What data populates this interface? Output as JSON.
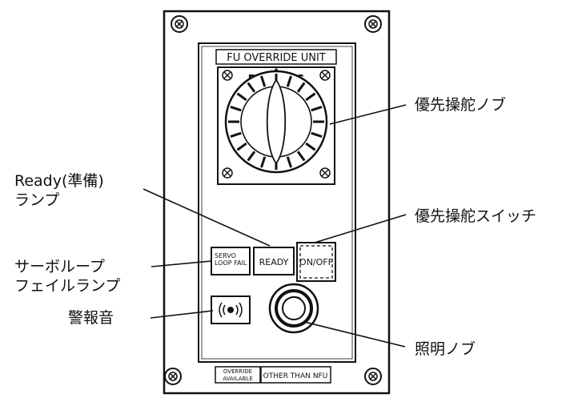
{
  "panel": {
    "title_plate": "FU OVERRIDE UNIT",
    "dial_left_letter": "P",
    "dial_right_letter": "S",
    "servo_lamp_line1": "SERVO",
    "servo_lamp_line2": "LOOP FAIL",
    "ready_lamp": "READY",
    "switch_label": "ON/OFF",
    "bottom_plate_left_line1": "OVERRIDE",
    "bottom_plate_left_line2": "AVAILABLE",
    "bottom_plate_right": "OTHER THAN NFU"
  },
  "callouts": {
    "override_knob": "優先操舵ノブ",
    "ready_lamp_line1": "Ready(準備)",
    "ready_lamp_line2": "ランプ",
    "override_switch": "優先操舵スイッチ",
    "servo_lamp_line1": "サーボループ",
    "servo_lamp_line2": "フェイルランプ",
    "alarm": "警報音",
    "light_knob": "照明ノブ"
  }
}
